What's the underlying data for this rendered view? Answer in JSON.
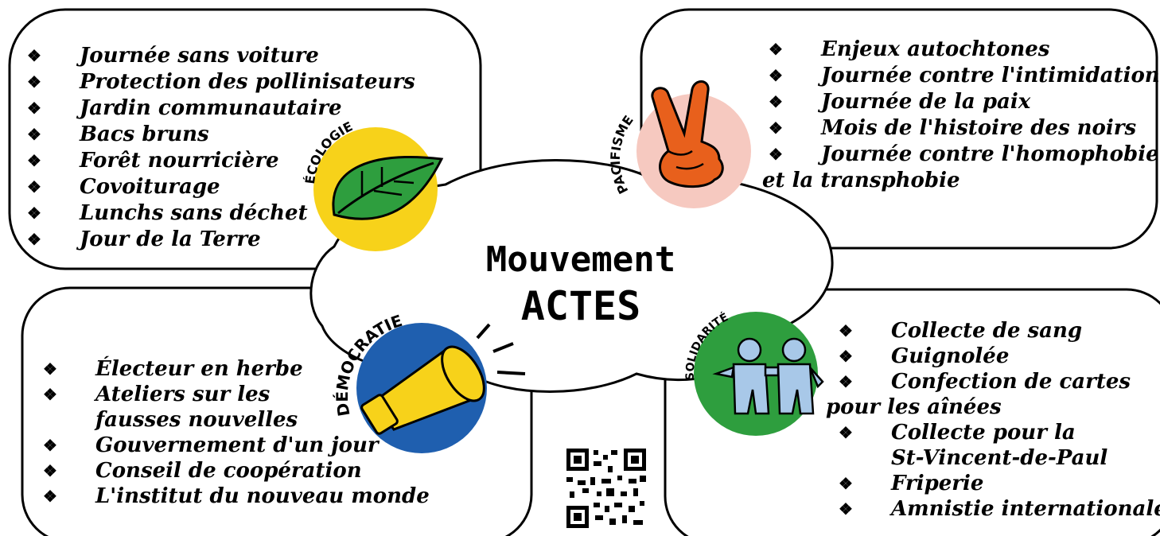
{
  "title": {
    "line1": "Mouvement",
    "line2": "ACTES"
  },
  "colors": {
    "ecologie_circle": "#F7D21A",
    "leaf": "#2E9E3E",
    "pacifisme_circle": "#F6C9C0",
    "hand": "#E8601C",
    "democratie_circle": "#1F5FAF",
    "megaphone": "#F7D21A",
    "solidarite_circle": "#2E9E3E",
    "people": "#A8C8E8"
  },
  "sections": {
    "ecologie": {
      "label": "ÉCOLOGIE",
      "icon": "leaf-icon",
      "items": [
        "Journée sans voiture",
        "Protection des pollinisateurs",
        "Jardin communautaire",
        "Bacs bruns",
        "Forêt nourricière",
        "Covoiturage",
        "Lunchs sans déchet",
        "Jour de la Terre"
      ]
    },
    "pacifisme": {
      "label": "PACIFISME",
      "icon": "peace-hand-icon",
      "items": [
        "Enjeux autochtones",
        "Journée contre l'intimidation",
        "Journée de la paix",
        "Mois de l'histoire des noirs",
        "Journée contre l'homophobie"
      ],
      "continuation": "et la transphobie"
    },
    "democratie": {
      "label": "DÉMOCRATIE",
      "icon": "megaphone-icon",
      "items": [
        "Électeur en herbe",
        "Ateliers sur les"
      ],
      "continuation": "fausses nouvelles",
      "items2": [
        "Gouvernement d'un jour",
        "Conseil de coopération",
        "L'institut du nouveau monde"
      ]
    },
    "solidarite": {
      "label": "SOLIDARITÉ",
      "icon": "people-icon",
      "items": [
        "Collecte de sang",
        "Guignolée",
        "Confection de cartes"
      ],
      "continuation": "pour les aînées",
      "items2": [
        "Collecte pour la"
      ],
      "continuation2": "St-Vincent-de-Paul",
      "items3": [
        "Friperie",
        "Amnistie internationale"
      ]
    }
  },
  "bullet": "❖",
  "qr": "qr-code"
}
